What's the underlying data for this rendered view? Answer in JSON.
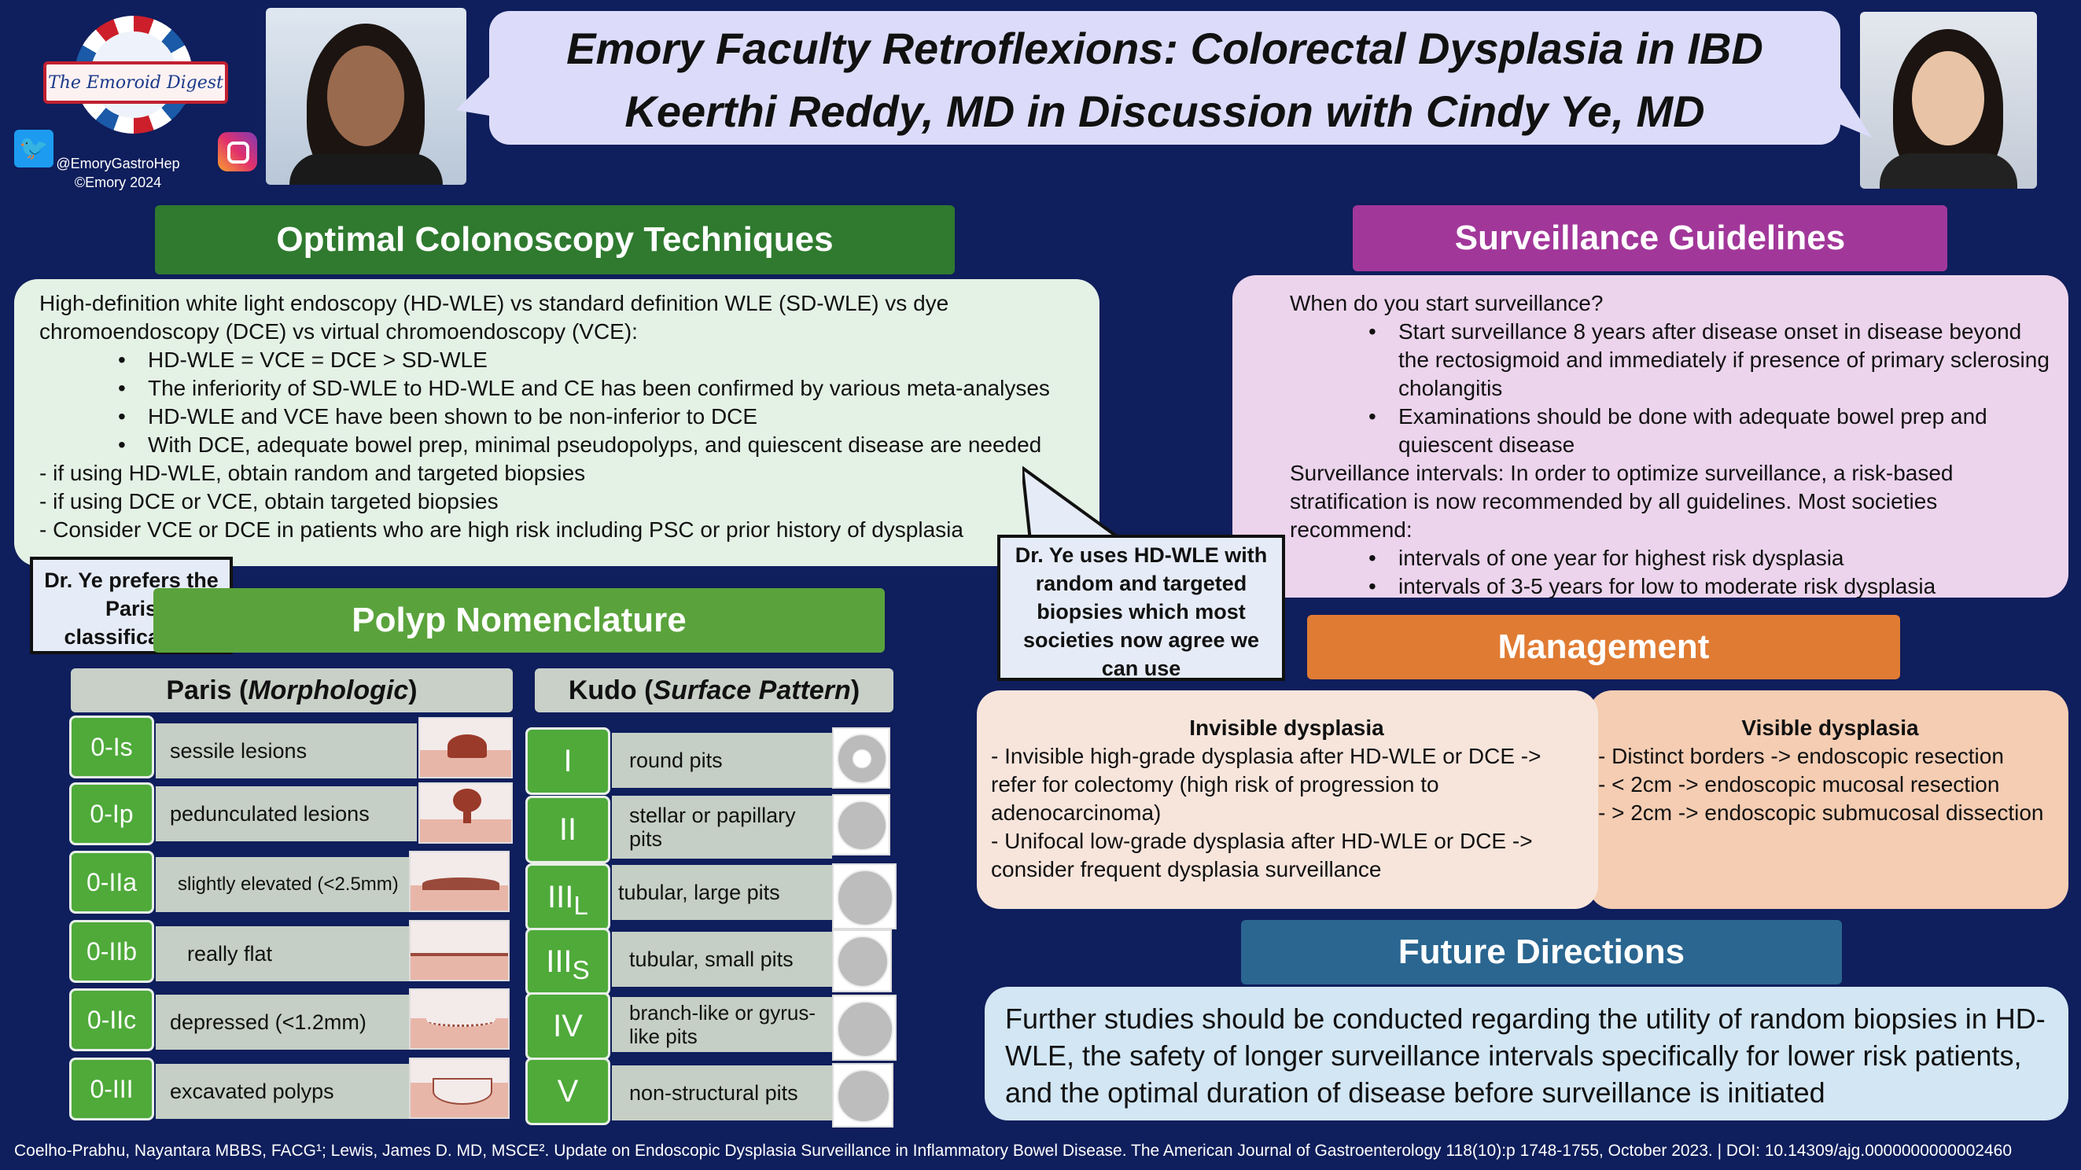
{
  "header": {
    "logo_text": "The Emoroid Digest",
    "handle": "@EmoryGastroHep",
    "copyright": "©Emory 2024",
    "title_line1": "Emory Faculty Retroflexions: Colorectal Dysplasia in IBD",
    "title_line2": "Keerthi Reddy, MD in Discussion with Cindy Ye, MD"
  },
  "colors": {
    "background": "#0f1e5c",
    "optimal": "#2f7a2f",
    "surveillance": "#a2379a",
    "polyp": "#5aa33c",
    "management": "#e07b33",
    "future": "#2a6690"
  },
  "optimal": {
    "title": "Optimal Colonoscopy Techniques",
    "intro": "High-definition white light endoscopy (HD-WLE) vs standard definition WLE (SD-WLE) vs dye chromoendoscopy (DCE) vs virtual chromoendoscopy (VCE):",
    "bullets": [
      "HD-WLE = VCE = DCE > SD-WLE",
      "The inferiority of SD-WLE to HD-WLE and CE has been confirmed by various meta-analyses",
      "HD-WLE and VCE have been shown to be non-inferior to DCE",
      "With DCE, adequate bowel prep, minimal pseudopolyps, and quiescent disease are needed"
    ],
    "dashes": [
      "- if using HD-WLE, obtain random and targeted biopsies",
      "- if using DCE or VCE, obtain targeted biopsies",
      "- Consider VCE or DCE in patients who are high risk including PSC or prior history of dysplasia"
    ]
  },
  "callouts": {
    "paris": "Dr. Ye prefers the Paris classification",
    "hdwle": "Dr. Ye uses HD-WLE with random and targeted biopsies which most societies now agree we can use"
  },
  "surveillance": {
    "title": "Surveillance Guidelines",
    "q": "When do you start surveillance?",
    "start_bullets": [
      "Start surveillance 8 years after disease onset in disease beyond the rectosigmoid and immediately if presence of primary sclerosing cholangitis",
      "Examinations should be done with adequate bowel prep and quiescent disease"
    ],
    "intervals_text": "Surveillance intervals: In order to optimize surveillance, a risk-based stratification is now recommended by all guidelines. Most societies recommend:",
    "interval_bullets": [
      "intervals of one year for highest risk dysplasia",
      "intervals of 3-5 years for low to moderate risk dysplasia"
    ]
  },
  "polyp": {
    "title": "Polyp Nomenclature",
    "paris_head": "Paris (",
    "paris_head_em": "Morphologic",
    "kudo_head": "Kudo (",
    "kudo_head_em": "Surface Pattern",
    "paris": [
      {
        "code": "0-Is",
        "label": "sessile lesions"
      },
      {
        "code": "0-Ip",
        "label": "pedunculated lesions"
      },
      {
        "code": "0-IIa",
        "label": "slightly elevated (<2.5mm)"
      },
      {
        "code": "0-IIb",
        "label": "really flat"
      },
      {
        "code": "0-IIc",
        "label": "depressed (<1.2mm)"
      },
      {
        "code": "0-III",
        "label": "excavated polyps"
      }
    ],
    "kudo": [
      {
        "code": "I",
        "sub": "",
        "label": "round pits"
      },
      {
        "code": "II",
        "sub": "",
        "label": "stellar or papillary pits"
      },
      {
        "code": "III",
        "sub": "L",
        "label": "tubular, large pits"
      },
      {
        "code": "III",
        "sub": "S",
        "label": "tubular, small pits"
      },
      {
        "code": "IV",
        "sub": "",
        "label": "branch-like or gyrus-like pits"
      },
      {
        "code": "V",
        "sub": "",
        "label": "non-structural pits"
      }
    ]
  },
  "management": {
    "title": "Management",
    "invisible_title": "Invisible dysplasia",
    "invisible_items": [
      "- Invisible high-grade dysplasia after HD-WLE or DCE -> refer for colectomy (high risk of progression to adenocarcinoma)",
      "- Unifocal low-grade dysplasia after HD-WLE or DCE -> consider frequent dysplasia surveillance"
    ],
    "visible_title": "Visible dysplasia",
    "visible_items": [
      "- Distinct borders -> endoscopic resection",
      "- < 2cm -> endoscopic mucosal resection",
      "- > 2cm -> endoscopic submucosal dissection"
    ]
  },
  "future": {
    "title": "Future Directions",
    "text": "Further studies should be conducted regarding the utility of random biopsies in HD-WLE, the safety of longer surveillance intervals specifically for lower risk patients, and the optimal duration of disease before surveillance is initiated"
  },
  "citation": "Coelho-Prabhu, Nayantara MBBS, FACG¹; Lewis, James D. MD, MSCE². Update on Endoscopic Dysplasia Surveillance in Inflammatory Bowel Disease. The American Journal of Gastroenterology 118(10):p 1748-1755, October 2023. | DOI: 10.14309/ajg.0000000000002460"
}
